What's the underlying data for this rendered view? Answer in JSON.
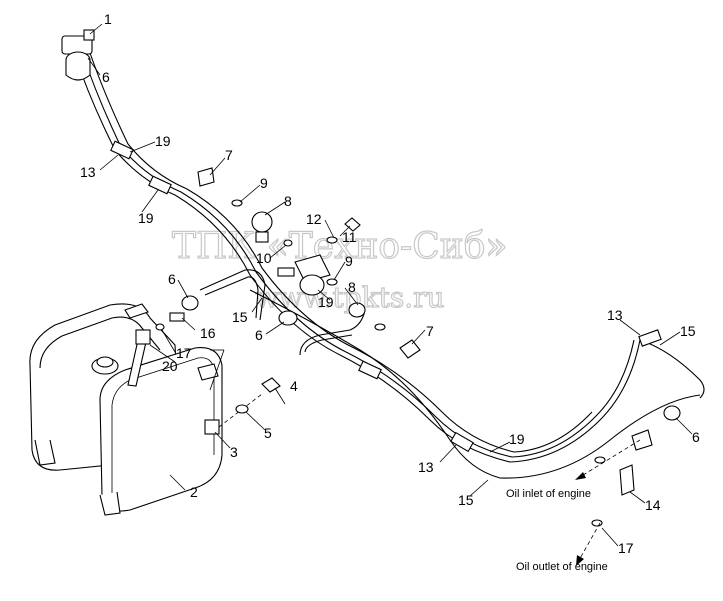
{
  "watermark": {
    "line1": "ТПК «Техно-Сиб»",
    "line2": "www.tpkts.ru"
  },
  "labels": {
    "n1": "1",
    "n6a": "6",
    "n19a": "19",
    "n13a": "13",
    "n19b": "19",
    "n7a": "7",
    "n9a": "9",
    "n8a": "8",
    "n12": "12",
    "n11": "11",
    "n10": "10",
    "n9b": "9",
    "n8b": "8",
    "n19c": "19",
    "n6b": "6",
    "n15a": "15",
    "n6c": "6",
    "n16": "16",
    "n17a": "17",
    "n20": "20",
    "n7b": "7",
    "n4": "4",
    "n5": "5",
    "n3": "3",
    "n2": "2",
    "n13b": "13",
    "n15b": "15",
    "n6d": "6",
    "n19d": "19",
    "n13c": "13",
    "n15c": "15",
    "n14": "14",
    "n17b": "17"
  },
  "notes": {
    "oil_inlet": "Oil inlet of engine",
    "oil_outlet": "Oil outlet of engine"
  }
}
